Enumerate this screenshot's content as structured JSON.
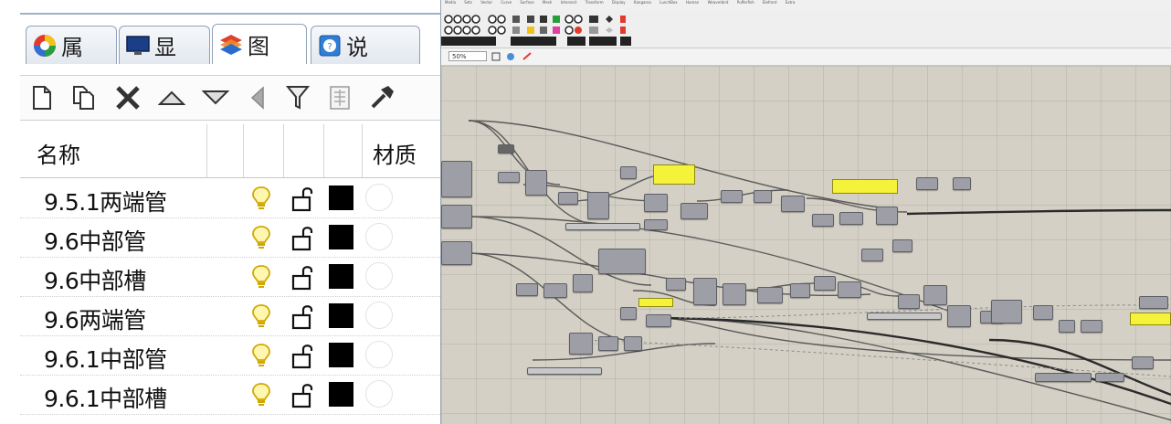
{
  "layers_panel": {
    "tabs": [
      {
        "label": "属",
        "icon": "color-wheel-icon"
      },
      {
        "label": "显",
        "icon": "monitor-icon"
      },
      {
        "label": "图",
        "icon": "layers-icon"
      },
      {
        "label": "说",
        "icon": "help-book-icon"
      }
    ],
    "active_tab": 2,
    "toolbar_icons": [
      "new-layer-icon",
      "new-sublayer-icon",
      "delete-icon",
      "move-up-icon",
      "move-down-icon",
      "move-left-icon",
      "filter-icon",
      "layer-details-icon",
      "tools-icon"
    ],
    "columns": {
      "name": "名称",
      "material": "材质"
    },
    "rows": [
      {
        "name": "9.5.1两端管"
      },
      {
        "name": "9.6中部管"
      },
      {
        "name": "9.6中部槽"
      },
      {
        "name": "9.6两端管"
      },
      {
        "name": "9.6.1中部管"
      },
      {
        "name": "9.6.1中部槽"
      }
    ],
    "row_color": "#000000"
  },
  "grasshopper": {
    "menus": [
      "Media",
      "Sets",
      "Vector",
      "Curve",
      "Surface",
      "Mesh",
      "Intersect",
      "Transform",
      "Display",
      "Kangaroo",
      "LunchBox",
      "Human",
      "Weaverbird",
      "Pufferfish",
      "Elefront",
      "Extra"
    ],
    "zoom": "50%",
    "canvas_color": "#d4d0c5",
    "component_color": "#9e9fa6",
    "note_color": "#f5f23a"
  }
}
